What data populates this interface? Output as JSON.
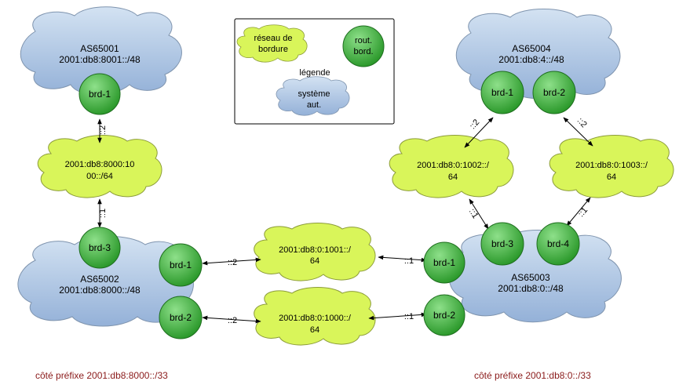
{
  "colors": {
    "as_cloud_top": "#c5d7ec",
    "as_cloud_bottom": "#9db8dc",
    "prefix_cloud": "#d9f55a",
    "router_light": "#7fd67a",
    "router_dark": "#2b9a2b",
    "edge": "#000000",
    "caption": "#8a1a1a"
  },
  "legend": {
    "prefix_net": [
      "réseau de",
      "bordure"
    ],
    "border_router": [
      "rout.",
      "bord."
    ],
    "title": "légende",
    "as_system": [
      "système",
      "aut."
    ]
  },
  "as_systems": {
    "as65001": {
      "name": "AS65001",
      "prefix": "2001:db8:8001::/48"
    },
    "as65002": {
      "name": "AS65002",
      "prefix": "2001:db8:8000::/48"
    },
    "as65003": {
      "name": "AS65003",
      "prefix": "2001:db8:0::/48"
    },
    "as65004": {
      "name": "AS65004",
      "prefix": "2001:db8:4::/48"
    }
  },
  "prefix_networks": {
    "n1": [
      "2001:db8:8000:10",
      "00::/64"
    ],
    "n2": [
      "2001:db8:0:1001::/",
      "64"
    ],
    "n3": [
      "2001:db8:0:1000::/",
      "64"
    ],
    "n4": [
      "2001:db8:0:1002::/",
      "64"
    ],
    "n5": [
      "2001:db8:0:1003::/",
      "64"
    ]
  },
  "routers": {
    "as65001_brd1": "brd-1",
    "as65002_brd3": "brd-3",
    "as65002_brd1": "brd-1",
    "as65002_brd2": "brd-2",
    "as65003_brd1": "brd-1",
    "as65003_brd2": "brd-2",
    "as65003_brd3": "brd-3",
    "as65003_brd4": "brd-4",
    "as65004_brd1": "brd-1",
    "as65004_brd2": "brd-2"
  },
  "links": {
    "l1": "::2",
    "l2": "::1",
    "l3": "::2",
    "l4": "::1",
    "l5": "::2",
    "l6": "::1",
    "l7": "::2",
    "l8": "::2",
    "l9": "::1",
    "l10": "::1"
  },
  "captions": {
    "left": "côté préfixe 2001:db8:8000::/33",
    "right": "côté préfixe 2001:db8:0::/33"
  }
}
